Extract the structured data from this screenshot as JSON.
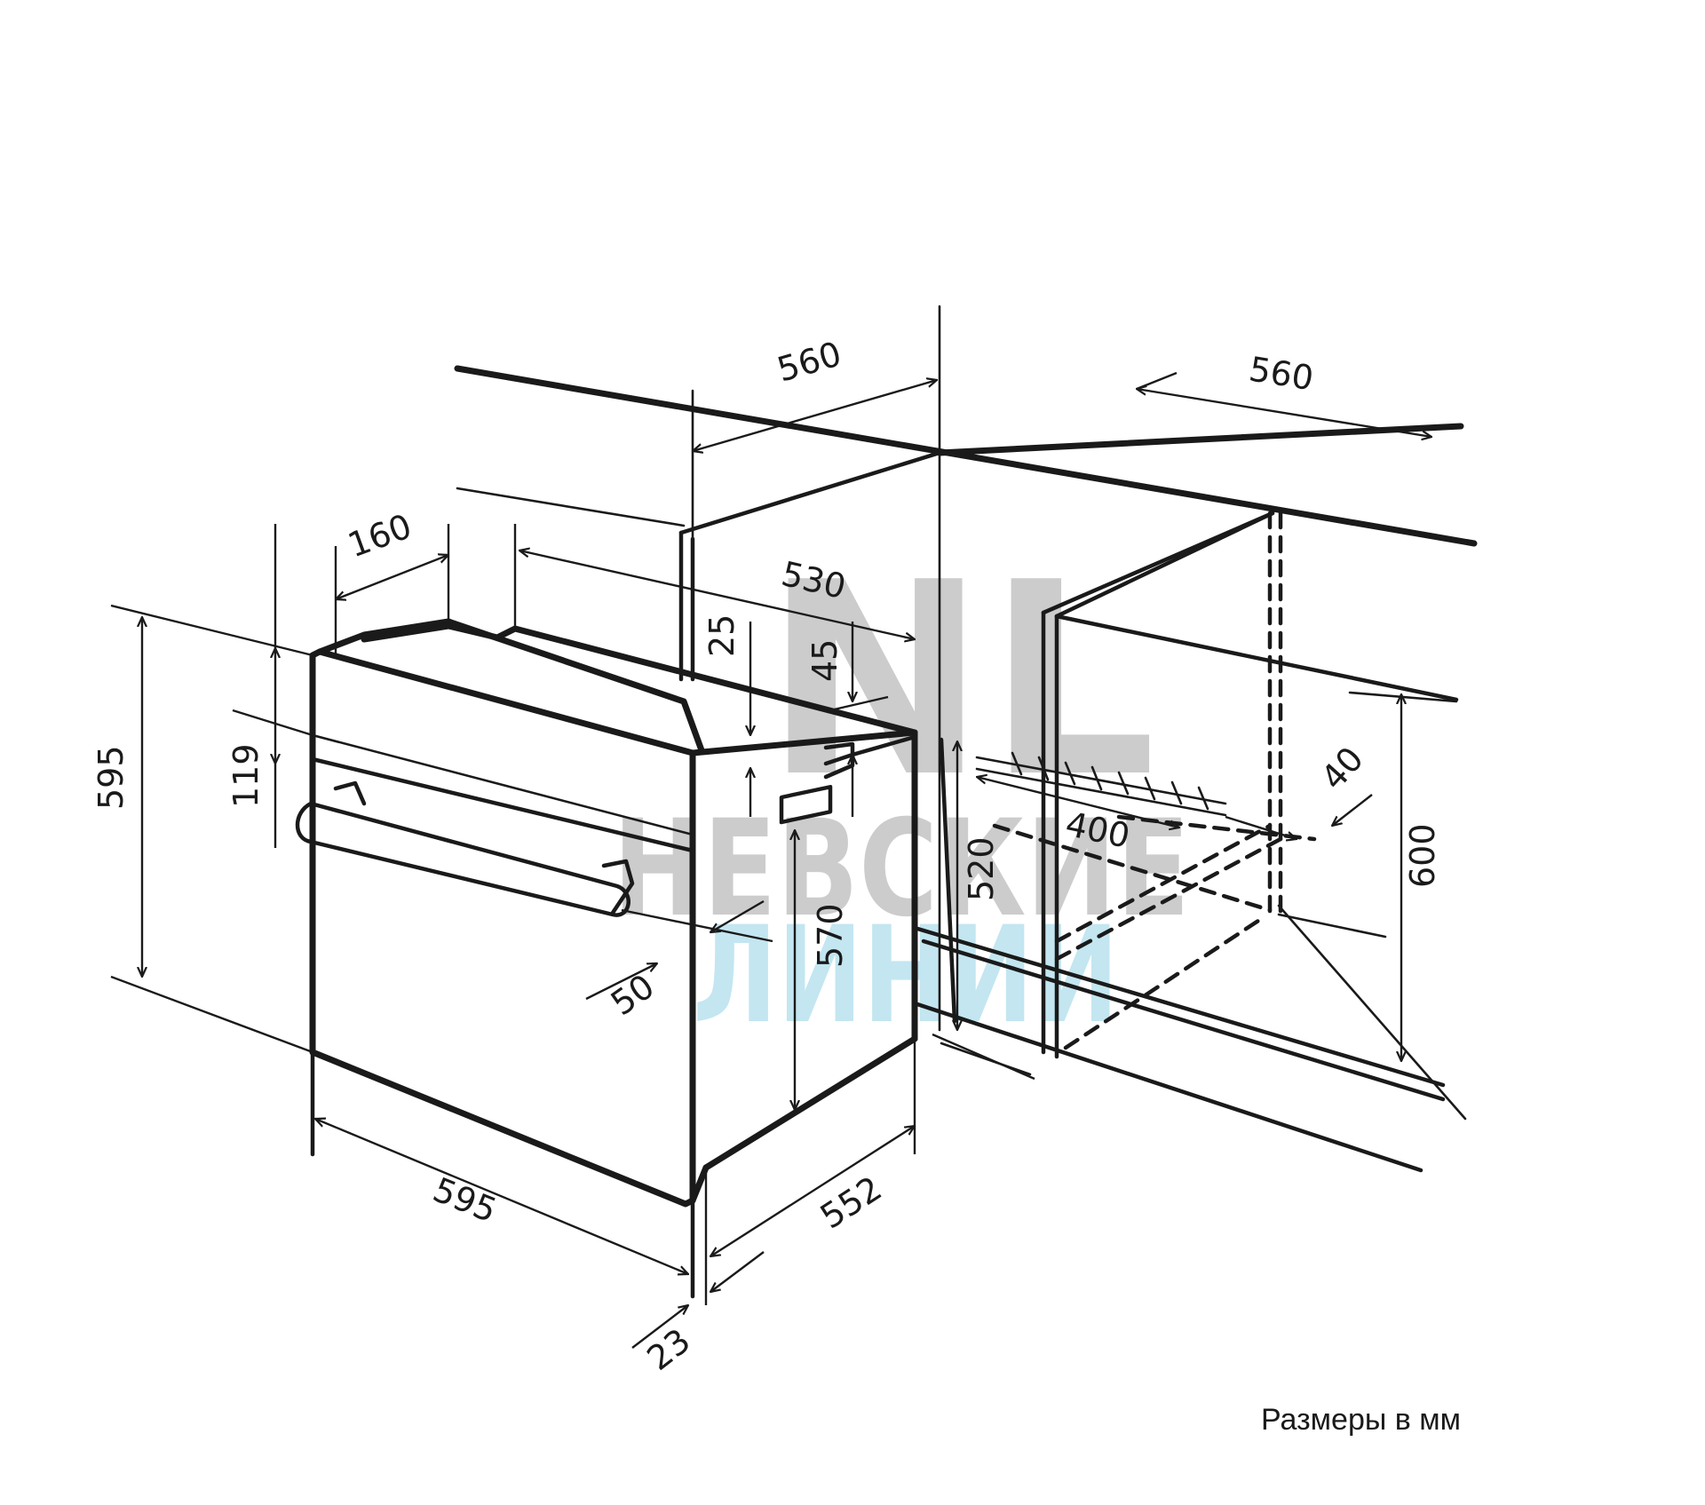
{
  "diagram": {
    "dimensions": {
      "cabinet_depth_left": "560",
      "cabinet_depth_right": "560",
      "oven_top_depth": "530",
      "back_clearance": "160",
      "oven_height": "595",
      "panel_height": "119",
      "top_gap": "25",
      "vent_offset": "45",
      "body_height": "570",
      "handle_offset": "50",
      "niche_height": "520",
      "rear_vent_width": "400",
      "rear_vent_depth": "40",
      "niche_total_height": "600",
      "oven_width": "595",
      "oven_body_depth": "552",
      "door_thickness": "23"
    },
    "watermark": {
      "brand_line1": "НЕВСКИЕ",
      "brand_line2": "ЛИНИИ",
      "monogram": "NL"
    },
    "units_note": "Размеры в мм"
  }
}
